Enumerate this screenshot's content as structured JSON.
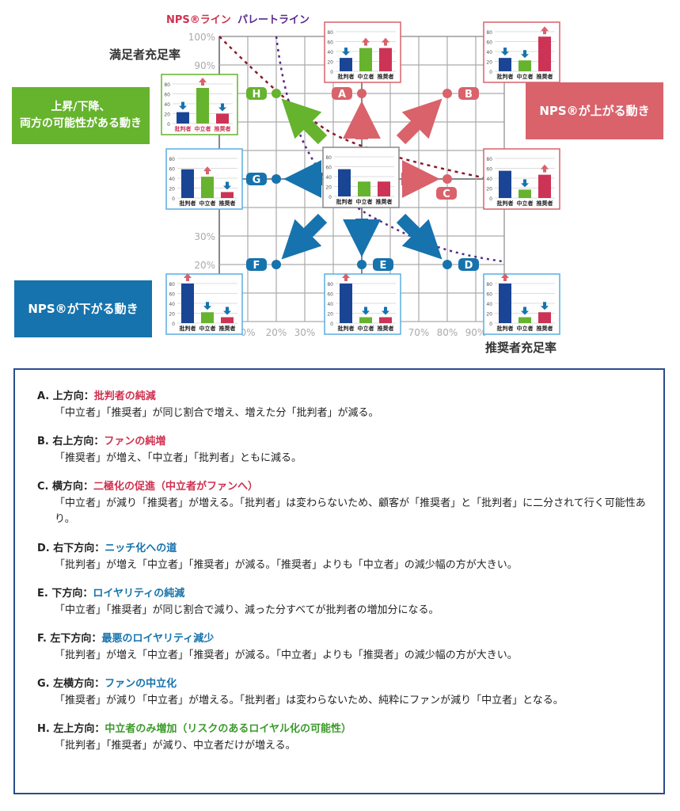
{
  "legend": {
    "nps_line": "NPS®ライン",
    "pareto_line": "パレートライン"
  },
  "axes": {
    "y_label": "満足者充足率",
    "x_label": "推奨者充足率",
    "y_ticks": [
      "100%",
      "90%",
      "30%",
      "20%"
    ],
    "x_ticks": [
      "0%",
      "20%",
      "30%",
      "70%",
      "80%",
      "90%"
    ]
  },
  "categories": {
    "mixed": "上昇/下降、\n両方の可能性がある動き",
    "up": "NPS®が上がる動き",
    "down": "NPS®が下がる動き"
  },
  "colors": {
    "critic": "#1a4594",
    "neutral": "#66b32e",
    "promoter": "#cc3355",
    "up": "#d9626b",
    "down": "#1673ad",
    "mixed": "#66b32e"
  },
  "bar_labels": [
    "批判者",
    "中立者",
    "推奨者"
  ],
  "points": [
    {
      "id": "A",
      "values": [
        27,
        47,
        47
      ],
      "arrows": [
        "down",
        "up",
        "up"
      ],
      "dir": "up"
    },
    {
      "id": "B",
      "values": [
        27,
        22,
        70
      ],
      "arrows": [
        "down",
        "down",
        "up"
      ],
      "dir": "up"
    },
    {
      "id": "C",
      "values": [
        55,
        17,
        47
      ],
      "arrows": [
        "",
        "down",
        "up"
      ],
      "dir": "up"
    },
    {
      "id": "D",
      "values": [
        80,
        12,
        22
      ],
      "arrows": [
        "up",
        "down",
        "down"
      ],
      "dir": "down"
    },
    {
      "id": "E",
      "values": [
        80,
        12,
        12
      ],
      "arrows": [
        "up",
        "down",
        "down"
      ],
      "dir": "down"
    },
    {
      "id": "F",
      "values": [
        80,
        22,
        12
      ],
      "arrows": [
        "up",
        "down",
        "down"
      ],
      "dir": "down"
    },
    {
      "id": "G",
      "values": [
        58,
        43,
        12
      ],
      "arrows": [
        "",
        "up",
        "down"
      ],
      "dir": "down"
    },
    {
      "id": "H",
      "values": [
        23,
        72,
        20
      ],
      "arrows": [
        "down",
        "up",
        "down"
      ],
      "dir": "mixed"
    }
  ],
  "center": {
    "values": [
      55,
      30,
      30
    ]
  },
  "descriptions": [
    {
      "head": "A. 上方向：",
      "title": "批判者の純減",
      "color": "red",
      "body": "「中立者」「推奨者」が同じ割合で増え、増えた分「批判者」が減る。"
    },
    {
      "head": "B. 右上方向：",
      "title": "ファンの純増",
      "color": "red",
      "body": "「推奨者」が増え、「中立者」「批判者」ともに減る。"
    },
    {
      "head": "C. 横方向：",
      "title": "二極化の促進（中立者がファンへ）",
      "color": "red",
      "body": "「中立者」が減り「推奨者」が増える。「批判者」は変わらないため、顧客が「推奨者」と「批判者」に二分されて行く可能性あり。"
    },
    {
      "head": "D. 右下方向：",
      "title": "ニッチ化への道",
      "color": "blue",
      "body": "「批判者」が増え「中立者」「推奨者」が減る。「推奨者」よりも「中立者」の減少幅の方が大きい。"
    },
    {
      "head": "E. 下方向：",
      "title": "ロイヤリティの純減",
      "color": "blue",
      "body": "「中立者」「推奨者」が同じ割合で減り、減った分すべてが批判者の増加分になる。"
    },
    {
      "head": "F. 左下方向：",
      "title": "最悪のロイヤリティ減少",
      "color": "blue",
      "body": "「批判者」が増え「中立者」「推奨者」が減る。「中立者」よりも「推奨者」の減少幅の方が大きい。"
    },
    {
      "head": "G. 左横方向：",
      "title": "ファンの中立化",
      "color": "blue",
      "body": "「推奨者」が減り「中立者」が増える。「批判者」は変わらないため、純粋にファンが減り「中立者」となる。"
    },
    {
      "head": "H. 左上方向：",
      "title": "中立者のみ増加（リスクのあるロイヤル化の可能性）",
      "color": "green",
      "body": "「批判者」「推奨者」が減り、中立者だけが増える。"
    }
  ]
}
